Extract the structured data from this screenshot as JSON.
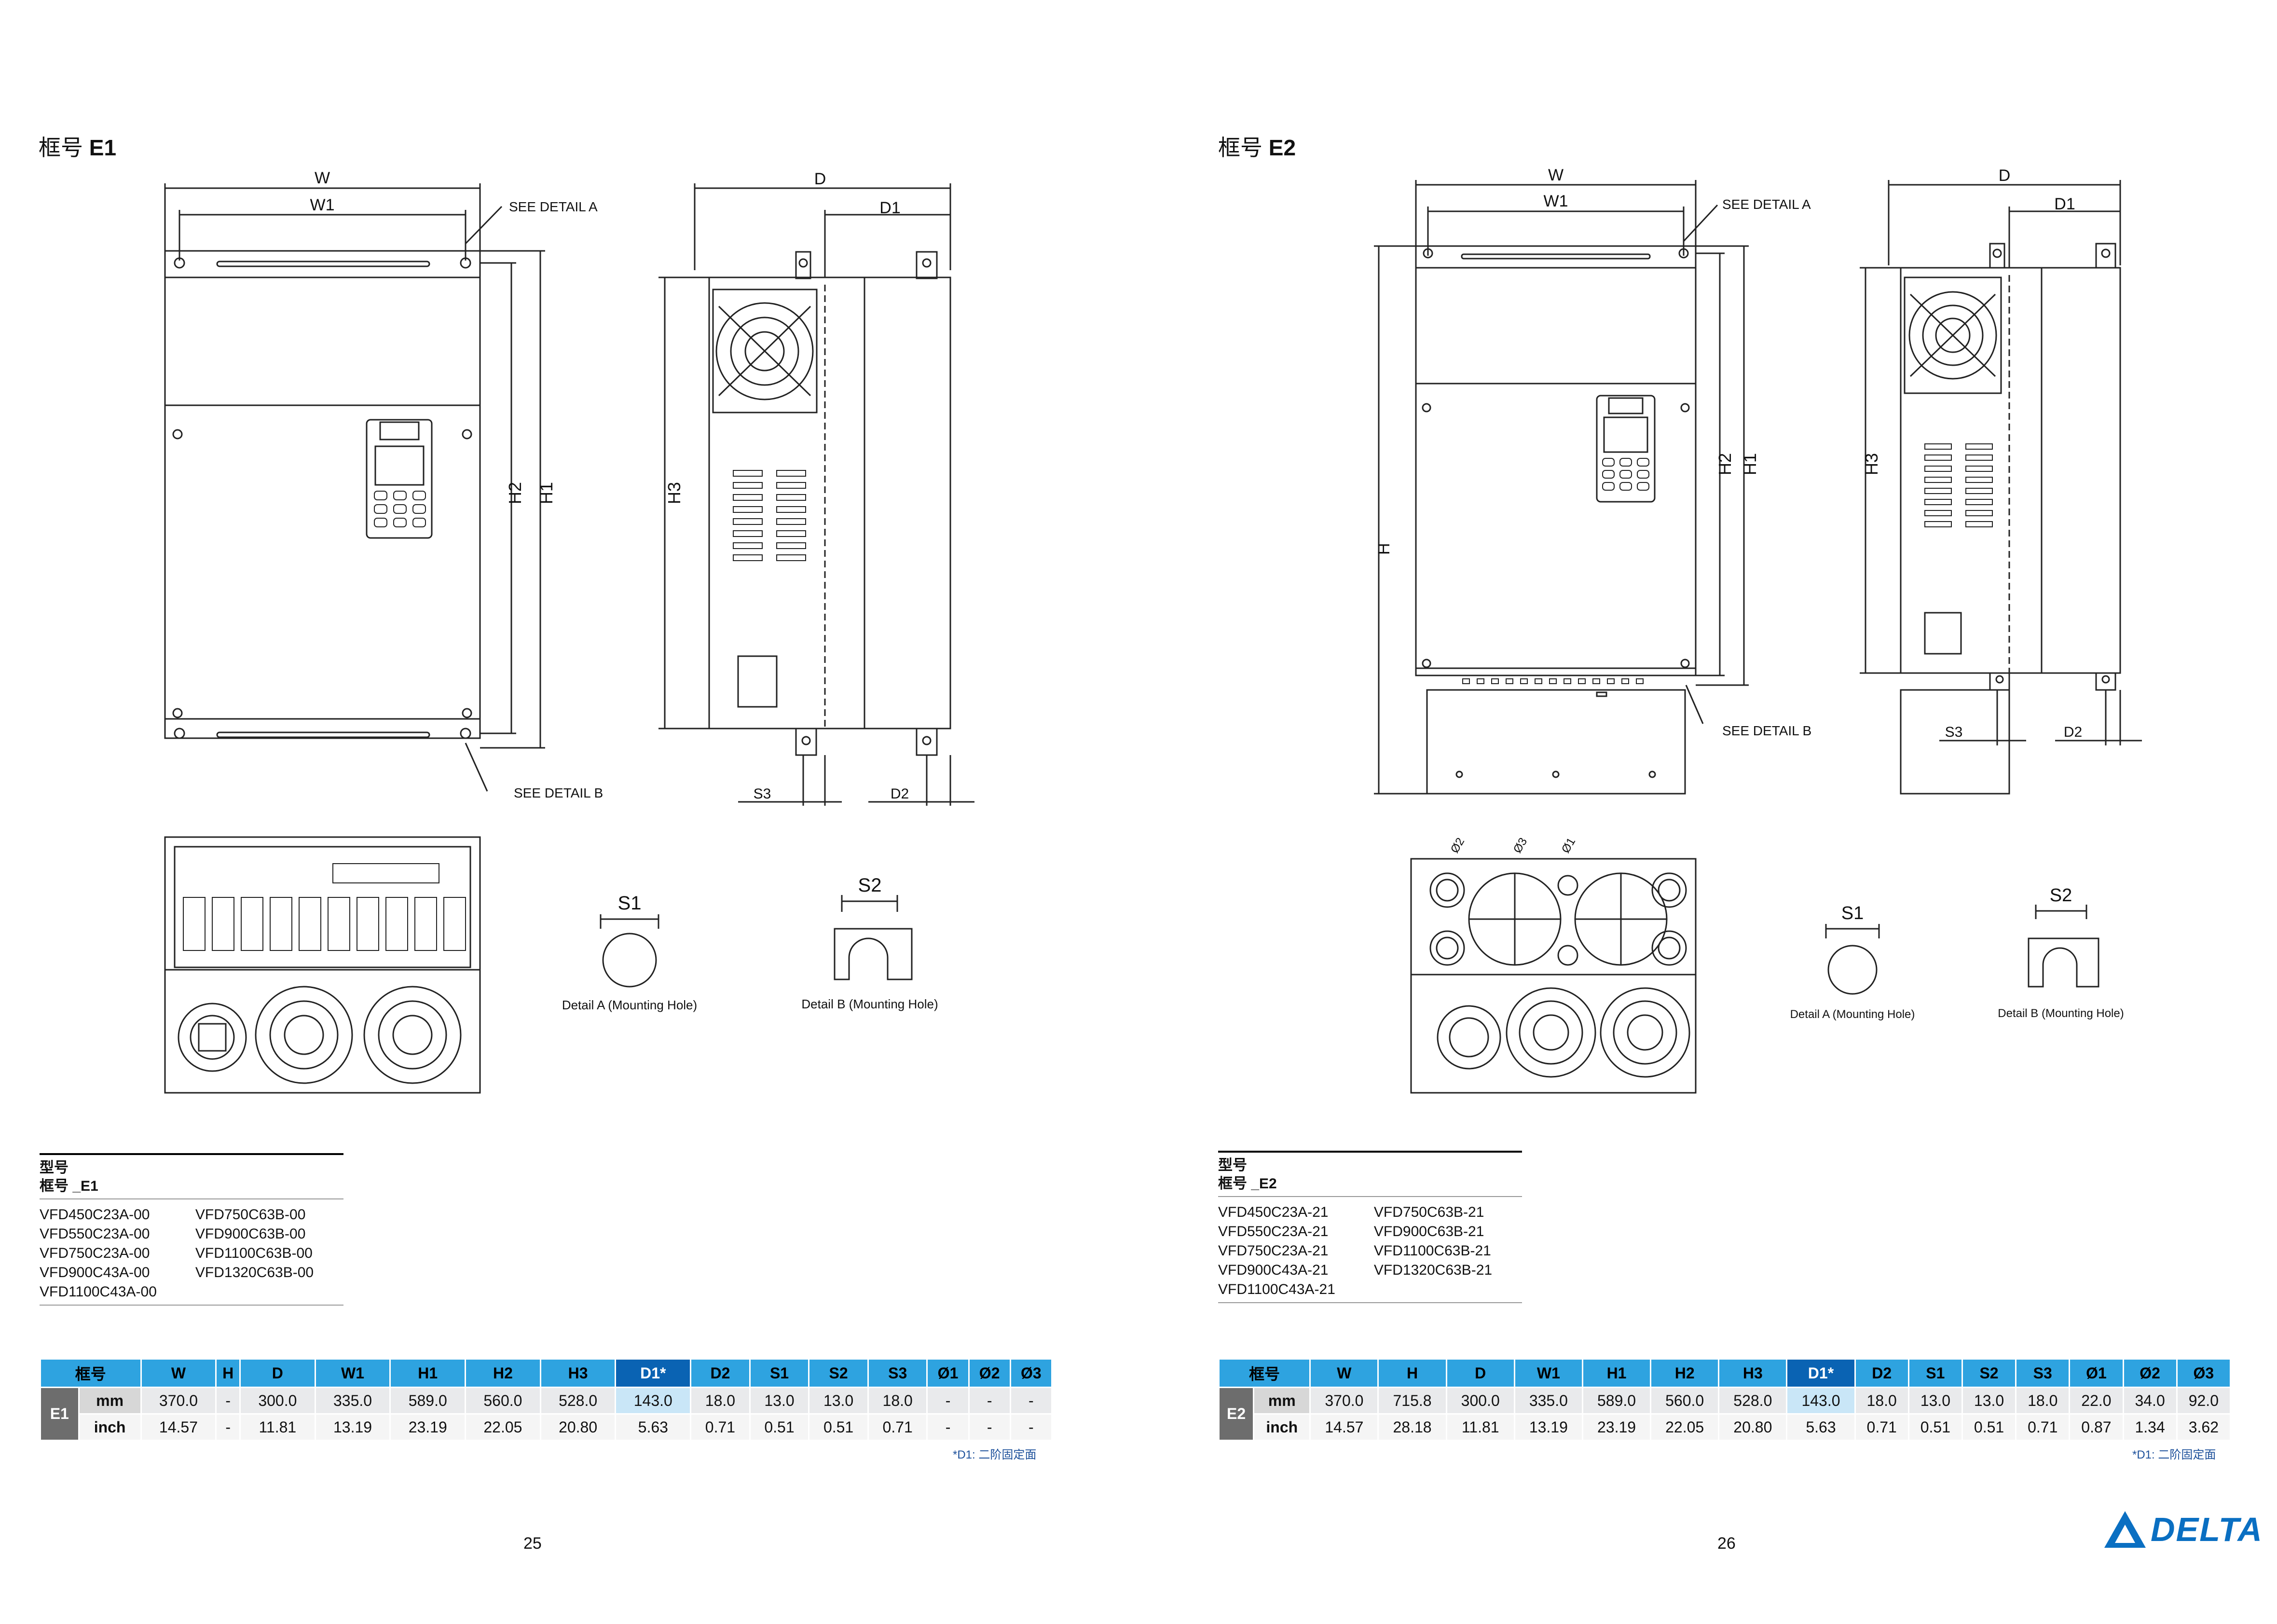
{
  "pages": [
    {
      "frame_prefix": "框号",
      "frame": "E1",
      "labels": {
        "W": "W",
        "W1": "W1",
        "D": "D",
        "D1": "D1",
        "H1": "H1",
        "H2": "H2",
        "H3": "H3",
        "S3": "S3",
        "D2": "D2",
        "see_a": "SEE DETAIL A",
        "see_b": "SEE DETAIL B",
        "S1": "S1",
        "S2": "S2",
        "detail_a": "Detail A (Mounting Hole)",
        "detail_b": "Detail B (Mounting Hole)"
      },
      "model_header_1": "型号",
      "model_header_2": "框号 _E1",
      "models_col1": [
        "VFD450C23A-00",
        "VFD550C23A-00",
        "VFD750C23A-00",
        "VFD900C43A-00",
        "VFD1100C43A-00"
      ],
      "models_col2": [
        "VFD750C63B-00",
        "VFD900C63B-00",
        "VFD1100C63B-00",
        "VFD1320C63B-00"
      ],
      "table": {
        "headers": [
          "框号",
          "W",
          "H",
          "D",
          "W1",
          "H1",
          "H2",
          "H3",
          "D1*",
          "D2",
          "S1",
          "S2",
          "S3",
          "Ø1",
          "Ø2",
          "Ø3"
        ],
        "frame": "E1",
        "rows": [
          {
            "unit": "mm",
            "values": [
              "370.0",
              "-",
              "300.0",
              "335.0",
              "589.0",
              "560.0",
              "528.0",
              "143.0",
              "18.0",
              "13.0",
              "13.0",
              "18.0",
              "-",
              "-",
              "-"
            ]
          },
          {
            "unit": "inch",
            "values": [
              "14.57",
              "-",
              "11.81",
              "13.19",
              "23.19",
              "22.05",
              "20.80",
              "5.63",
              "0.71",
              "0.51",
              "0.51",
              "0.71",
              "-",
              "-",
              "-"
            ]
          }
        ]
      },
      "note": "*D1: 二阶固定面",
      "page_number": "25"
    },
    {
      "frame_prefix": "框号",
      "frame": "E2",
      "labels": {
        "W": "W",
        "W1": "W1",
        "D": "D",
        "D1": "D1",
        "H": "H",
        "H1": "H1",
        "H2": "H2",
        "H3": "H3",
        "S3": "S3",
        "D2": "D2",
        "see_a": "SEE DETAIL A",
        "see_b": "SEE DETAIL B",
        "S1": "S1",
        "S2": "S2",
        "d1": "Ø1",
        "d2": "Ø2",
        "d3": "Ø3",
        "detail_a": "Detail A (Mounting Hole)",
        "detail_b": "Detail B (Mounting Hole)"
      },
      "model_header_1": "型号",
      "model_header_2": "框号 _E2",
      "models_col1": [
        "VFD450C23A-21",
        "VFD550C23A-21",
        "VFD750C23A-21",
        "VFD900C43A-21",
        "VFD1100C43A-21"
      ],
      "models_col2": [
        "VFD750C63B-21",
        "VFD900C63B-21",
        "VFD1100C63B-21",
        "VFD1320C63B-21"
      ],
      "table": {
        "headers": [
          "框号",
          "W",
          "H",
          "D",
          "W1",
          "H1",
          "H2",
          "H3",
          "D1*",
          "D2",
          "S1",
          "S2",
          "S3",
          "Ø1",
          "Ø2",
          "Ø3"
        ],
        "frame": "E2",
        "rows": [
          {
            "unit": "mm",
            "values": [
              "370.0",
              "715.8",
              "300.0",
              "335.0",
              "589.0",
              "560.0",
              "528.0",
              "143.0",
              "18.0",
              "13.0",
              "13.0",
              "18.0",
              "22.0",
              "34.0",
              "92.0"
            ]
          },
          {
            "unit": "inch",
            "values": [
              "14.57",
              "28.18",
              "11.81",
              "13.19",
              "23.19",
              "22.05",
              "20.80",
              "5.63",
              "0.71",
              "0.51",
              "0.51",
              "0.71",
              "0.87",
              "1.34",
              "3.62"
            ]
          }
        ]
      },
      "note": "*D1: 二阶固定面",
      "page_number": "26"
    }
  ],
  "brand": {
    "name": "DELTA",
    "color": "#0a6fc2",
    "icon": "delta-triangle-icon"
  },
  "colors": {
    "table_header": "#2ea3e0",
    "table_highlight": "#0a63b3",
    "cell_highlight": "#c9e6f7",
    "frame_cell": "#6d6d6d"
  }
}
